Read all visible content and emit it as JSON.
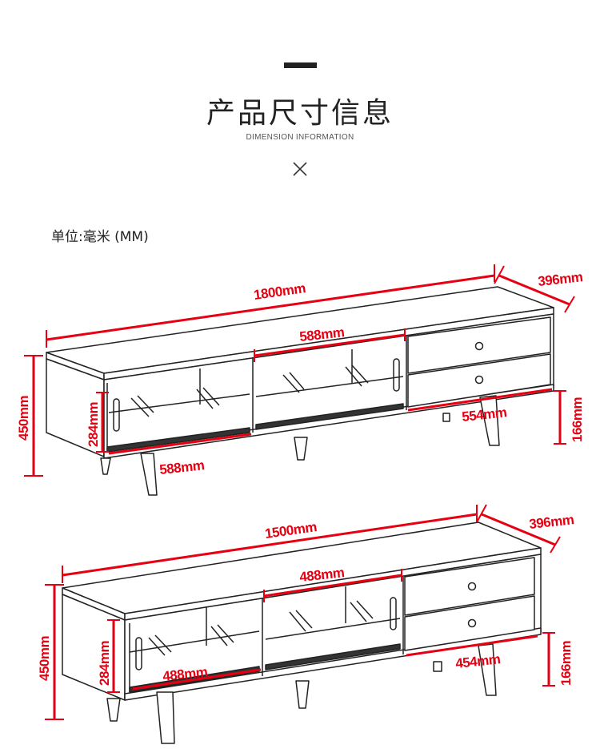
{
  "header": {
    "title": "产品尺寸信息",
    "subtitle": "DIMENSION INFORMATION",
    "close_icon": "close-icon"
  },
  "unit_label": "单位:毫米 (MM)",
  "colors": {
    "dimension": "#e60012",
    "outline": "#222222"
  },
  "cabinet_large": {
    "width": "1800mm",
    "depth": "396mm",
    "height": "450mm",
    "glass_section_top": "588mm",
    "glass_section_bottom": "588mm",
    "inner_height": "284mm",
    "drawer_width": "554mm",
    "leg_height": "166mm"
  },
  "cabinet_small": {
    "width": "1500mm",
    "depth": "396mm",
    "height": "450mm",
    "glass_section_top": "488mm",
    "glass_section_bottom": "488mm",
    "inner_height": "284mm",
    "drawer_width": "454mm",
    "leg_height": "166mm"
  }
}
